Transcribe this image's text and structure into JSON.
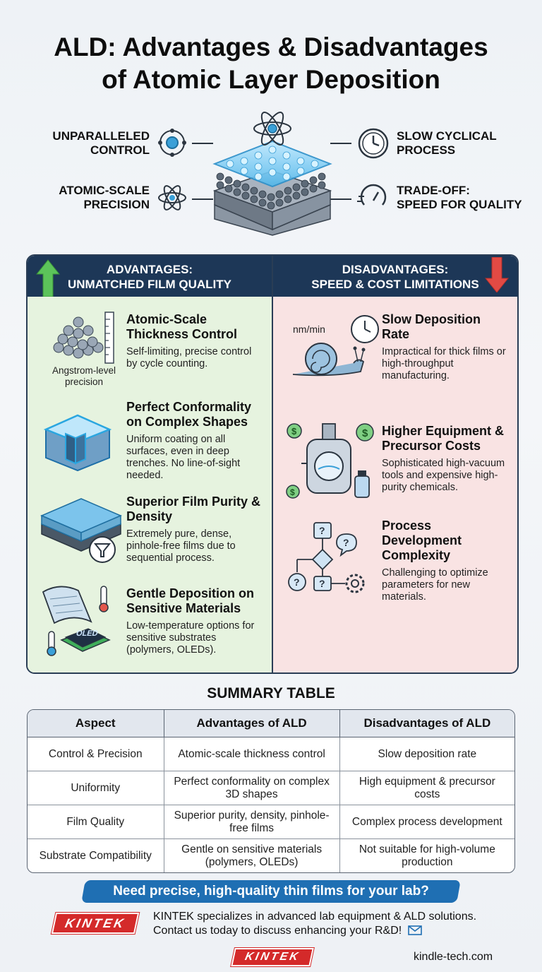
{
  "title_line1": "ALD: Advantages & Disadvantages",
  "title_line2": "of Atomic Layer Deposition",
  "hero": {
    "left_top": [
      "UNPARALLELED",
      "CONTROL"
    ],
    "left_bottom": [
      "ATOMIC-SCALE",
      "PRECISION"
    ],
    "right_top": [
      "SLOW CYCLICAL",
      "PROCESS"
    ],
    "right_bottom": [
      "TRADE-OFF:",
      "SPEED FOR QUALITY"
    ]
  },
  "advantages": {
    "header_line1": "ADVANTAGES:",
    "header_line2": "UNMATCHED FILM QUALITY",
    "items": [
      {
        "title": "Atomic-Scale Thickness Control",
        "desc": "Self-limiting, precise control by cycle counting.",
        "caption": "Angstrom-level precision"
      },
      {
        "title": "Perfect Conformality on Complex Shapes",
        "desc": "Uniform coating on all surfaces, even in deep trenches. No line-of-sight needed."
      },
      {
        "title": "Superior Film Purity & Density",
        "desc": "Extremely pure, dense, pinhole-free films due to sequential process."
      },
      {
        "title": "Gentle Deposition on Sensitive Materials",
        "desc": "Low-temperature options for sensitive substrates (polymers, OLEDs).",
        "chip_label": "OLED"
      }
    ]
  },
  "disadvantages": {
    "header_line1": "DISADVANTAGES:",
    "header_line2": "SPEED & COST LIMITATIONS",
    "items": [
      {
        "title": "Slow Deposition Rate",
        "desc": "Impractical for thick films or high-throughput manufacturing.",
        "unit": "nm/min"
      },
      {
        "title": "Higher Equipment & Precursor Costs",
        "desc": "Sophisticated high-vacuum tools and expensive high-purity chemicals."
      },
      {
        "title": "Process Development Complexity",
        "desc": "Challenging to optimize parameters for new materials."
      }
    ]
  },
  "summary": {
    "title": "SUMMARY TABLE",
    "headers": [
      "Aspect",
      "Advantages of ALD",
      "Disadvantages of ALD"
    ],
    "rows": [
      [
        "Control & Precision",
        "Atomic-scale thickness control",
        "Slow deposition rate"
      ],
      [
        "Uniformity",
        "Perfect conformality on complex 3D shapes",
        "High equipment & precursor costs"
      ],
      [
        "Film Quality",
        "Superior purity, density, pinhole-free films",
        "Complex process development"
      ],
      [
        "Substrate Compatibility",
        "Gentle on sensitive materials (polymers, OLEDs)",
        "Not suitable for high-volume production"
      ]
    ]
  },
  "cta": "Need precise, high-quality thin films for your lab?",
  "footer": {
    "logo": "KINTEK",
    "line1": "KINTEK specializes in advanced lab equipment & ALD solutions.",
    "line2": "Contact us today to discuss enhancing your R&D!",
    "website": "kindle-tech.com"
  },
  "colors": {
    "navy": "#1d3757",
    "adv_bg": "#e6f3df",
    "dis_bg": "#f9e3e3",
    "brand_red": "#d42a2a",
    "cta_blue": "#1f6fb3"
  }
}
